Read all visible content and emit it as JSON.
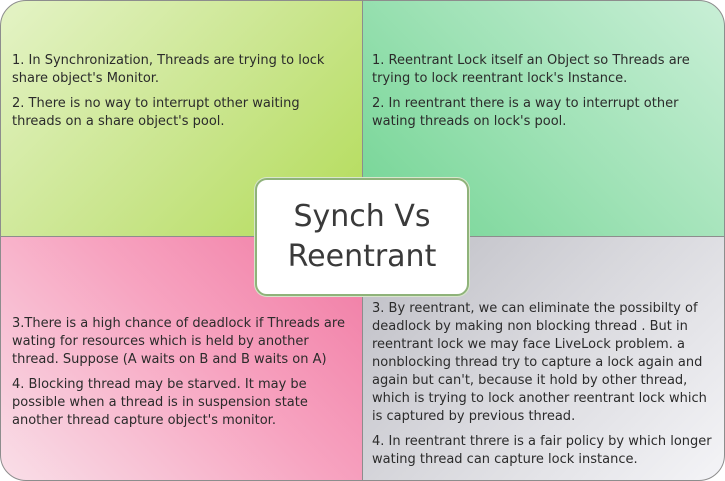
{
  "center": {
    "line1": "Synch Vs",
    "line2": "Reentrant"
  },
  "quadrants": {
    "top_left": [
      "1. In Synchronization, Threads are trying to lock share object's Monitor.",
      "2. There is no way to interrupt other waiting threads on a share object's pool."
    ],
    "top_right": [
      "1. Reentrant Lock itself an Object so Threads are trying to lock reentrant lock's Instance.",
      "2. In reentrant there is a way to interrupt other wating threads on lock's pool."
    ],
    "bottom_left": [
      "3.There is a high chance of deadlock if Threads are wating for resources which is held by another thread. Suppose (A waits on B and B waits on A)",
      "4. Blocking thread may be starved. It may be possible when a thread is in suspension state another thread capture object's monitor."
    ],
    "bottom_right": [
      "3. By reentrant, we can eliminate the possibilty of deadlock by making non blocking thread . But in reentrant lock we may face LiveLock problem. a nonblocking thread try to capture a lock again and again but can't, because it hold by other thread, which is trying to lock another reentrant lock which is captured by previous thread.",
      "4. In reentrant threre is a fair policy by which longer wating thread can capture lock instance."
    ]
  },
  "colors": {
    "top_left": "#c9e58c",
    "top_right": "#9fe2b6",
    "bottom_left": "#f7a3c0",
    "bottom_right": "#d7d7dc",
    "center_border": "#8fb37a"
  }
}
